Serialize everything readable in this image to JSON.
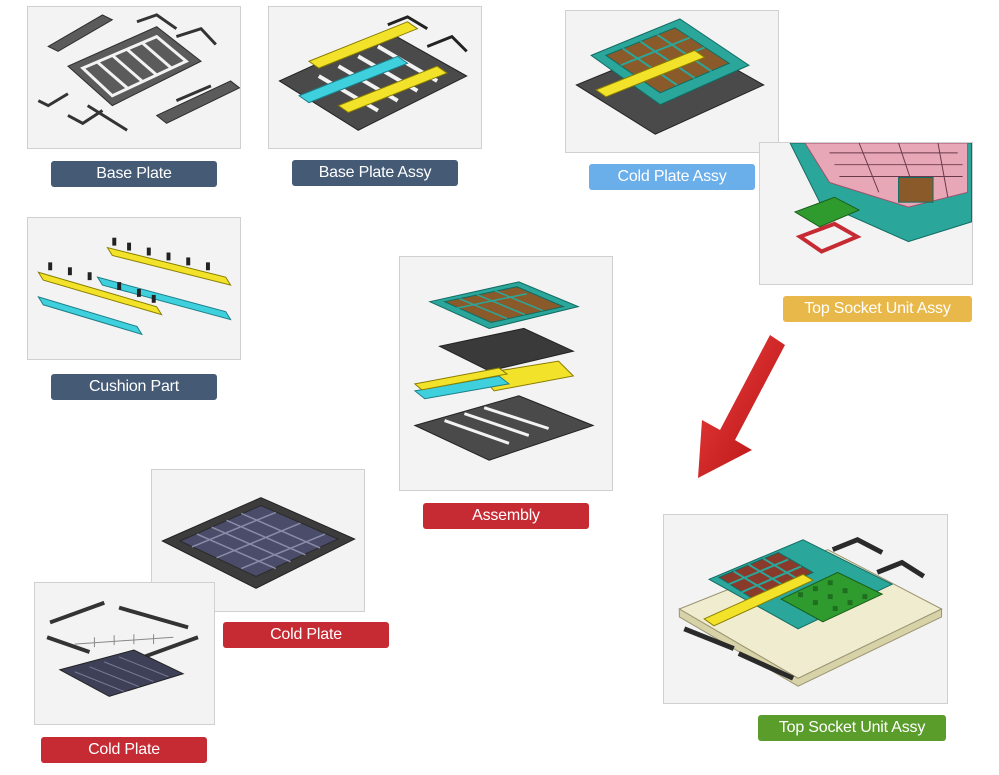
{
  "labels": {
    "base_plate": "Base Plate",
    "base_plate_assy": "Base Plate Assy",
    "cold_plate_assy": "Cold Plate Assy",
    "top_socket_unit_assy_1": "Top Socket Unit Assy",
    "cushion_part": "Cushion Part",
    "assembly": "Assembly",
    "cold_plate_1": "Cold Plate",
    "cold_plate_2": "Cold Plate",
    "top_socket_unit_assy_2": "Top Socket Unit Assy"
  },
  "colors": {
    "navy_label": "#445a75",
    "sky_label": "#6aaeea",
    "gold_label": "#e9b84a",
    "red_label": "#c62b33",
    "green_label": "#5a9d2a",
    "arrow": "#d41f1f",
    "teal_part": "#2aa69a",
    "yellow_part": "#f2e22a",
    "cyan_part": "#3fd0de",
    "dark_part": "#3a3a3a"
  }
}
